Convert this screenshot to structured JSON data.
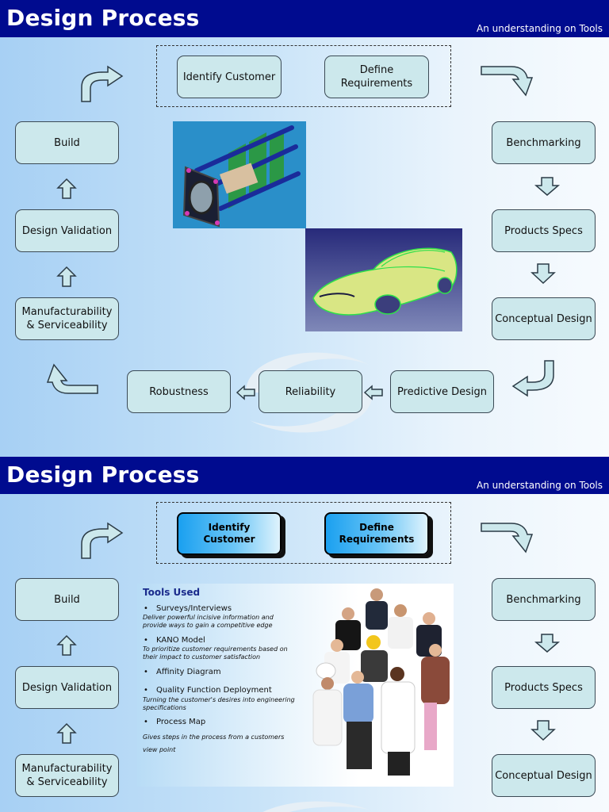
{
  "slide1": {
    "title": "Design Process",
    "subtitle": "An understanding on Tools",
    "boxes": {
      "identify": "Identify Customer",
      "define": "Define Requirements",
      "benchmarking": "Benchmarking",
      "specs": "Products Specs",
      "conceptual": "Conceptual Design",
      "predictive": "Predictive Design",
      "reliability": "Reliability",
      "robustness": "Robustness",
      "manufacturability": "Manufacturability & Serviceability",
      "validation": "Design Validation",
      "build": "Build"
    }
  },
  "slide2": {
    "title": "Design Process",
    "subtitle": "An understanding on Tools",
    "boxes": {
      "identify": "Identify Customer",
      "define": "Define Requirements",
      "benchmarking": "Benchmarking",
      "specs": "Products Specs",
      "conceptual": "Conceptual Design",
      "manufacturability": "Manufacturability & Serviceability",
      "validation": "Design Validation",
      "build": "Build"
    },
    "tools_title": "Tools Used",
    "tools": [
      {
        "name": "Surveys/Interviews",
        "desc": "Deliver powerful incisive information and provide ways to gain a competitive edge"
      },
      {
        "name": "KANO Model",
        "desc": "To prioritize customer requirements based on their impact to customer satisfaction"
      },
      {
        "name": "Affinity Diagram",
        "desc": ""
      },
      {
        "name": "Quality Function Deployment",
        "desc": "Turning the customer's desires into engineering specifications"
      },
      {
        "name": "Process Map",
        "desc": "Gives steps in the process from a customers view point"
      }
    ],
    "bullet": "•"
  },
  "colors": {
    "header": "#000b8f",
    "box": "#cce8ec",
    "highlight": "#1aa0f0"
  }
}
